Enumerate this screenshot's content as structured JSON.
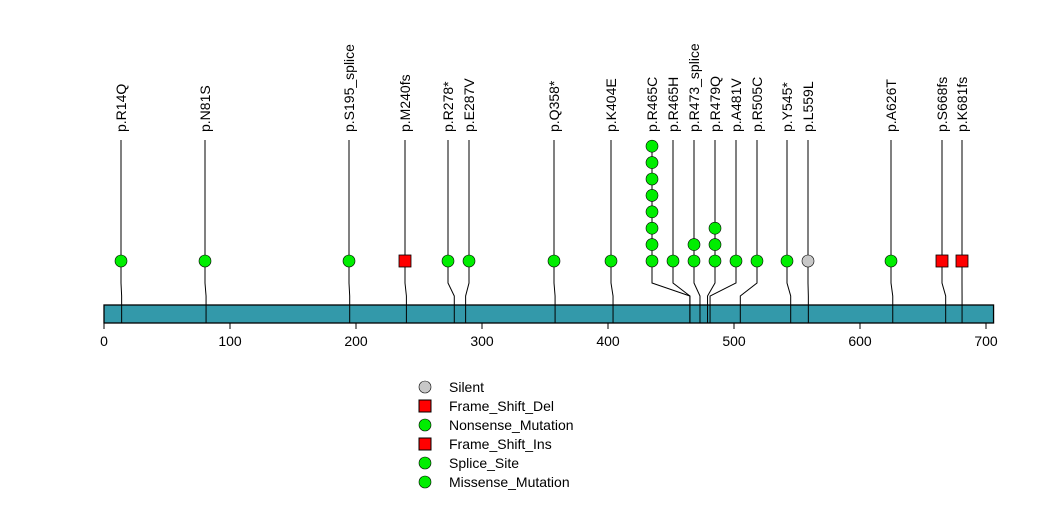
{
  "chart_data": {
    "type": "lollipop",
    "xlim": [
      0,
      706
    ],
    "xticks": [
      0,
      100,
      200,
      300,
      400,
      500,
      600,
      700
    ],
    "protein_color": "#3399aa",
    "mutations": [
      {
        "label": "p.R14Q",
        "pos": 14,
        "count": 1,
        "type": "Missense_Mutation"
      },
      {
        "label": "p.N81S",
        "pos": 81,
        "count": 1,
        "type": "Missense_Mutation"
      },
      {
        "label": "p.S195_splice",
        "pos": 195,
        "count": 1,
        "type": "Splice_Site"
      },
      {
        "label": "p.M240fs",
        "pos": 240,
        "count": 1,
        "type": "Frame_Shift_Del"
      },
      {
        "label": "p.R278*",
        "pos": 278,
        "count": 1,
        "type": "Nonsense_Mutation"
      },
      {
        "label": "p.E287V",
        "pos": 287,
        "count": 1,
        "type": "Missense_Mutation"
      },
      {
        "label": "p.Q358*",
        "pos": 358,
        "count": 1,
        "type": "Nonsense_Mutation"
      },
      {
        "label": "p.K404E",
        "pos": 404,
        "count": 1,
        "type": "Missense_Mutation"
      },
      {
        "label": "p.R465C",
        "pos": 465,
        "count": 8,
        "type": "Missense_Mutation"
      },
      {
        "label": "p.R465H",
        "pos": 465,
        "count": 1,
        "type": "Missense_Mutation"
      },
      {
        "label": "p.R473_splice",
        "pos": 473,
        "count": 2,
        "type": "Splice_Site"
      },
      {
        "label": "p.R479Q",
        "pos": 479,
        "count": 3,
        "type": "Missense_Mutation"
      },
      {
        "label": "p.A481V",
        "pos": 481,
        "count": 1,
        "type": "Missense_Mutation"
      },
      {
        "label": "p.R505C",
        "pos": 505,
        "count": 1,
        "type": "Missense_Mutation"
      },
      {
        "label": "p.Y545*",
        "pos": 545,
        "count": 1,
        "type": "Nonsense_Mutation"
      },
      {
        "label": "p.L559L",
        "pos": 559,
        "count": 1,
        "type": "Silent"
      },
      {
        "label": "p.A626T",
        "pos": 626,
        "count": 1,
        "type": "Missense_Mutation"
      },
      {
        "label": "p.S668fs",
        "pos": 668,
        "count": 1,
        "type": "Frame_Shift_Ins"
      },
      {
        "label": "p.K681fs",
        "pos": 681,
        "count": 1,
        "type": "Frame_Shift_Ins"
      }
    ],
    "legend": [
      {
        "label": "Silent",
        "shape": "circle",
        "color": "#c8c8c8"
      },
      {
        "label": "Frame_Shift_Del",
        "shape": "square",
        "color": "#ff0000"
      },
      {
        "label": "Nonsense_Mutation",
        "shape": "circle",
        "color": "#00ee00"
      },
      {
        "label": "Frame_Shift_Ins",
        "shape": "square",
        "color": "#ff0000"
      },
      {
        "label": "Splice_Site",
        "shape": "circle",
        "color": "#00ee00"
      },
      {
        "label": "Missense_Mutation",
        "shape": "circle",
        "color": "#00ee00"
      }
    ]
  }
}
